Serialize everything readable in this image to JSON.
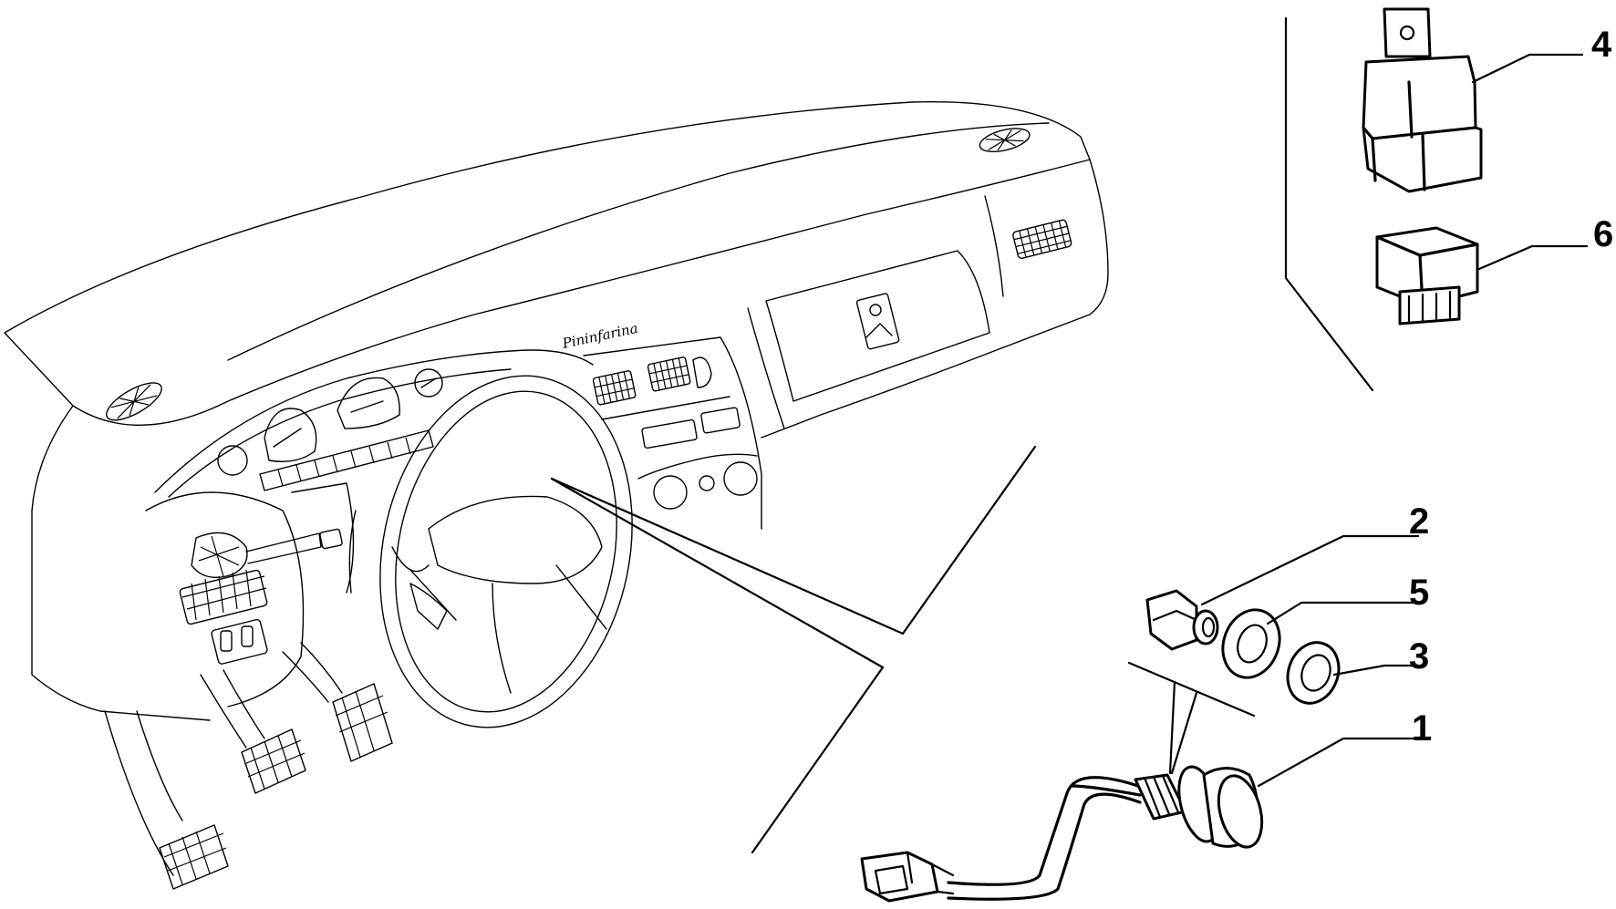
{
  "diagram": {
    "callouts": [
      {
        "id": "1",
        "label": "1"
      },
      {
        "id": "2",
        "label": "2"
      },
      {
        "id": "3",
        "label": "3"
      },
      {
        "id": "4",
        "label": "4"
      },
      {
        "id": "5",
        "label": "5"
      },
      {
        "id": "6",
        "label": "6"
      }
    ],
    "dashboard_brand_script": "Pininfarina"
  },
  "colors": {
    "line": "#000000",
    "background": "#ffffff"
  }
}
